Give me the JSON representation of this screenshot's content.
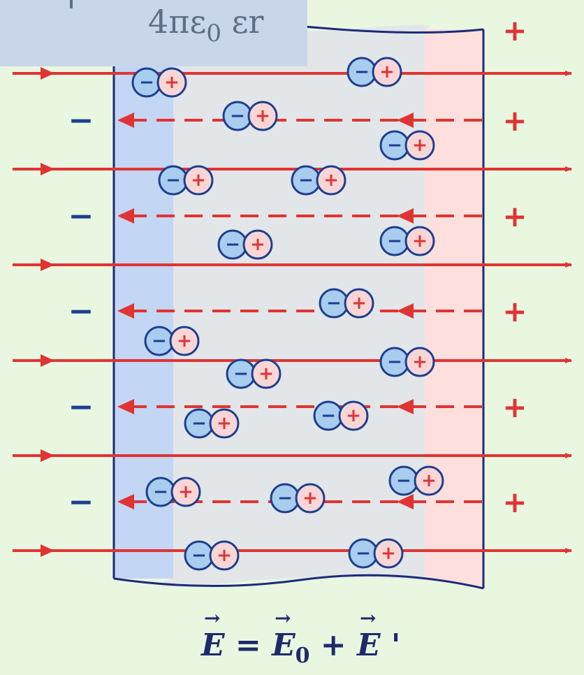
{
  "formula": {
    "part1": "4πε",
    "subscript": "0",
    "part2": " εr"
  },
  "caption": {
    "lhs": "E",
    "equals": " = ",
    "term1": "E",
    "term1_sub": "0",
    "plus": " + ",
    "term2": "E",
    "prime": " '"
  },
  "charges": {
    "negative": "−",
    "positive": "+"
  },
  "colors": {
    "field_line": "#e03434",
    "dielectric_left": "#c3d6f4",
    "dielectric_mid": "#e3e6e8",
    "dielectric_right": "#fde0de",
    "slab_border": "#1d2a7a",
    "negative_charge": "#1d3f8f",
    "positive_charge": "#e03434",
    "background": "#e9f7e1"
  }
}
